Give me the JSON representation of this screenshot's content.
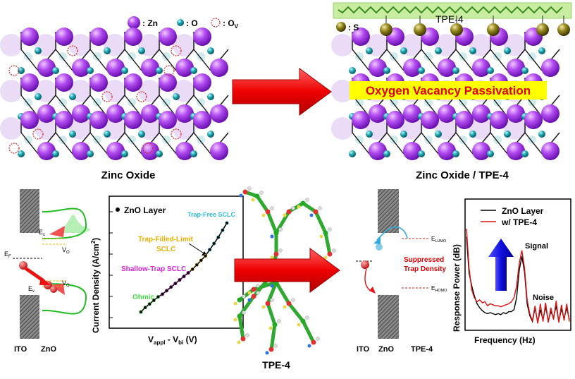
{
  "legend": {
    "zn": ": Zn",
    "o": ": O",
    "ov": ": O",
    "ov_sub": "V",
    "s": ": S"
  },
  "panels": {
    "left_caption": "Zinc Oxide",
    "right_caption": "Zinc Oxide / TPE-4",
    "molecule_label": "TPE-4",
    "banner": "Oxygen Vacancy Passivation",
    "bottom_molecule_label": "TPE-4"
  },
  "band_left": {
    "ec": "E",
    "ec_sub": "c",
    "ef": "E",
    "ef_sub": "F",
    "ev": "E",
    "ev_sub": "v",
    "vo": "V",
    "vo_sub": "O",
    "ito": "ITO",
    "zno": "ZnO"
  },
  "band_right": {
    "elumo": "E",
    "elumo_sub": "LUMO",
    "ehomo": "E",
    "ehomo_sub": "HOMO",
    "suppressed": [
      "Suppressed",
      "Trap Density"
    ],
    "ito": "ITO",
    "zno": "ZnO",
    "tpe": "TPE-4"
  },
  "colors": {
    "zn": "#9b30e8",
    "o": "#1a9ea6",
    "ov": "#cc2222",
    "s": "#8a7a10",
    "arrow_red": "#ee0000",
    "banner_bg": "#ffff00",
    "banner_text": "#e00000",
    "green_band": "#22bb22",
    "blue_arrow": "#1010dd"
  },
  "chart_data": [
    {
      "type": "scatter",
      "title": "",
      "legend": [
        "ZnO Layer"
      ],
      "xlabel": "V",
      "xlabel_sub": "appl",
      "xlabel_mid": " - V",
      "xlabel_sub2": "bi",
      "xlabel_tail": " (V)",
      "ylabel": "Current Density (A/cm",
      "ylabel_sup": "2",
      "ylabel_tail": ")",
      "regions": [
        {
          "label": "Trap-Free SCLC",
          "color": "#33bbdd"
        },
        {
          "label": "Trap-Filled-Limit",
          "label2": "SCLC",
          "color": "#e8b000"
        },
        {
          "label": "Shallow-Trap SCLC",
          "color": "#dd22dd"
        },
        {
          "label": "Ohmic",
          "color": "#44dd44"
        }
      ],
      "x": [
        0.0,
        0.05,
        0.1,
        0.15,
        0.2,
        0.25,
        0.3,
        0.35,
        0.4,
        0.45,
        0.5,
        0.55,
        0.6,
        0.65,
        0.7,
        0.75,
        0.8,
        0.85,
        0.9,
        0.95,
        1.0
      ],
      "y": [
        0.0,
        0.05,
        0.09,
        0.13,
        0.17,
        0.2,
        0.24,
        0.28,
        0.32,
        0.36,
        0.4,
        0.44,
        0.48,
        0.53,
        0.58,
        0.63,
        0.7,
        0.77,
        0.84,
        0.92,
        1.0
      ]
    },
    {
      "type": "line",
      "title": "",
      "xlabel": "Frequency (Hz)",
      "ylabel": "Response Power (dB)",
      "series": [
        {
          "name": "ZnO Layer",
          "color": "#000000",
          "values": [
            0.92,
            0.55,
            0.42,
            0.32,
            0.24,
            0.2,
            0.17,
            0.15,
            0.14,
            0.15,
            0.14,
            0.13,
            0.14,
            0.13,
            0.15,
            0.14,
            0.16,
            0.16,
            0.18,
            0.3,
            0.58,
            0.72,
            0.56,
            0.24,
            0.12,
            0.06,
            0.2,
            0.05,
            0.18,
            0.08,
            0.21,
            0.07,
            0.16,
            0.1,
            0.22,
            0.06,
            0.19,
            0.09,
            0.2,
            0.08
          ]
        },
        {
          "name": "w/ TPE-4",
          "color": "#dd1111",
          "values": [
            1.0,
            0.6,
            0.38,
            0.3,
            0.26,
            0.28,
            0.25,
            0.26,
            0.22,
            0.24,
            0.23,
            0.22,
            0.22,
            0.21,
            0.22,
            0.23,
            0.24,
            0.26,
            0.3,
            0.42,
            0.65,
            0.78,
            0.6,
            0.28,
            0.14,
            0.07,
            0.22,
            0.04,
            0.24,
            0.06,
            0.25,
            0.05,
            0.2,
            0.08,
            0.27,
            0.05,
            0.23,
            0.07,
            0.24,
            0.06
          ]
        }
      ],
      "annotations": [
        "Signal",
        "Noise"
      ]
    }
  ]
}
